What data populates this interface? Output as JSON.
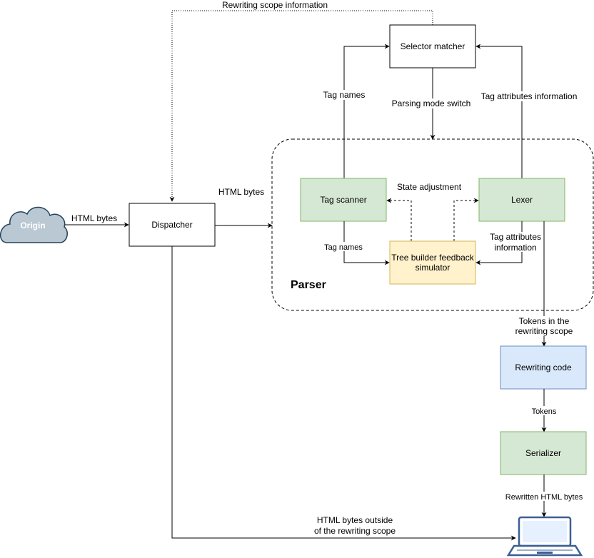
{
  "nodes": {
    "origin": "Origin",
    "dispatcher": "Dispatcher",
    "selector_matcher": "Selector matcher",
    "tag_scanner": "Tag scanner",
    "lexer": "Lexer",
    "tree_builder": [
      "Tree builder feedback",
      "simulator"
    ],
    "parser": "Parser",
    "rewriting_code": "Rewriting code",
    "serializer": "Serializer"
  },
  "edges": {
    "rewriting_scope_info": "Rewriting scope information",
    "origin_to_dispatcher": "HTML bytes",
    "dispatcher_to_parser": "HTML bytes",
    "tag_names_top": "Tag names",
    "parsing_mode_switch": "Parsing mode switch",
    "tag_attributes_top": "Tag attributes information",
    "state_adjustment": "State adjustment",
    "tag_names_inner": "Tag names",
    "tag_attributes_inner": [
      "Tag attributes",
      "information"
    ],
    "tokens_in_scope": [
      "Tokens in the",
      "rewriting scope"
    ],
    "tokens": "Tokens",
    "rewritten_bytes": "Rewritten HTML bytes",
    "outside_scope": [
      "HTML bytes outside",
      "of the rewriting scope"
    ]
  },
  "colors": {
    "green_fill": "#d5e8d4",
    "green_stroke": "#82b366",
    "yellow_fill": "#fff2cc",
    "yellow_stroke": "#d6b656",
    "blue_fill": "#dae8fc",
    "blue_stroke": "#6c8ebf",
    "cloud_fill": "#bac8d3",
    "cloud_stroke": "#23445d",
    "laptop_stroke": "#3b5f94",
    "laptop_screen": "#e6f0ff"
  },
  "icons": [
    "cloud-icon",
    "laptop-icon"
  ]
}
